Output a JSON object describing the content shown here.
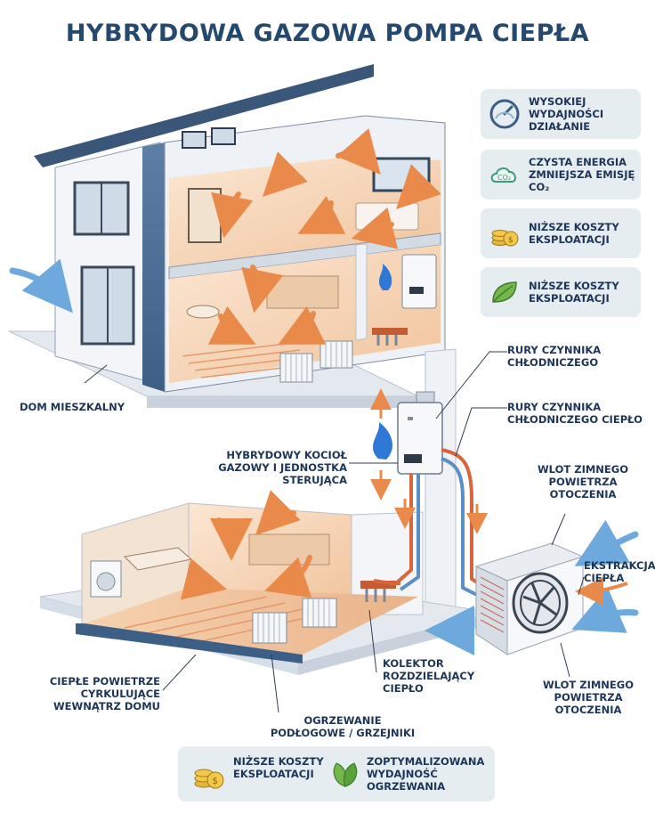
{
  "title": "HYBRYDOWA GAZOWA POMPA CIEPŁA",
  "benefits": [
    {
      "icon": "gauge-icon",
      "text": "WYSOKIEJ WYDAJNOŚCI DZIAŁANIE"
    },
    {
      "icon": "co2-cloud-icon",
      "text": "CZYSTA ENERGIA ZMNIEJSZA EMISJĘ CO₂"
    },
    {
      "icon": "coins-icon",
      "text": "NIŻSZE KOSZTY EKSPLOATACJI"
    },
    {
      "icon": "leaf-icon",
      "text": "NIŻSZE KOSZTY EKSPLOATACJI"
    }
  ],
  "labels": {
    "house": "DOM MIESZKALNY",
    "refrigerant_pipes": "RURY CZYNNIKA CHŁODNICZEGO",
    "refrigerant_pipes_warm": "RURY CZYNNIKA CHŁODNICZEGO CIEPŁO",
    "boiler": "HYBRYDOWY KOCIOŁ GAZOWY I JEDNOSTKA STERUJĄCA",
    "cold_air_inlet_top": "WLOT ZIMNEGO POWIETRZA OTOCZENIA",
    "heat_extraction": "EKSTRAKCJA CIEPŁA",
    "cold_air_inlet_bottom": "WLOT ZIMNEGO POWIETRZA OTOCZENIA",
    "warm_air": "CIEPŁE POWIETRZE CYRKULUJĄCE WEWNĄTRZ DOMU",
    "manifold": "KOLEKTOR ROZDZIELAJĄCY CIEPŁO",
    "floor_heating": "OGRZEWANIE PODŁOGOWE / GRZEJNIKI"
  },
  "bottom_benefits": [
    {
      "icon": "coins-icon",
      "text": "NIŻSZE KOSZTY EKSPLOATACJI"
    },
    {
      "icon": "leaves-icon",
      "text": "ZOPTYMALIZOWANA WYDAJNOŚĆ OGRZEWANIA"
    }
  ],
  "colors": {
    "title": "#24486e",
    "text": "#1d3556",
    "card_bg": "#e6edf1",
    "warm_interior": "#f6d8bd",
    "orange_arrow": "#e98a4a",
    "pipe_hot": "#d9653a",
    "pipe_cold": "#5a8fc6",
    "air_arrow": "#6ea9dd",
    "flame": "#2f78d6"
  }
}
